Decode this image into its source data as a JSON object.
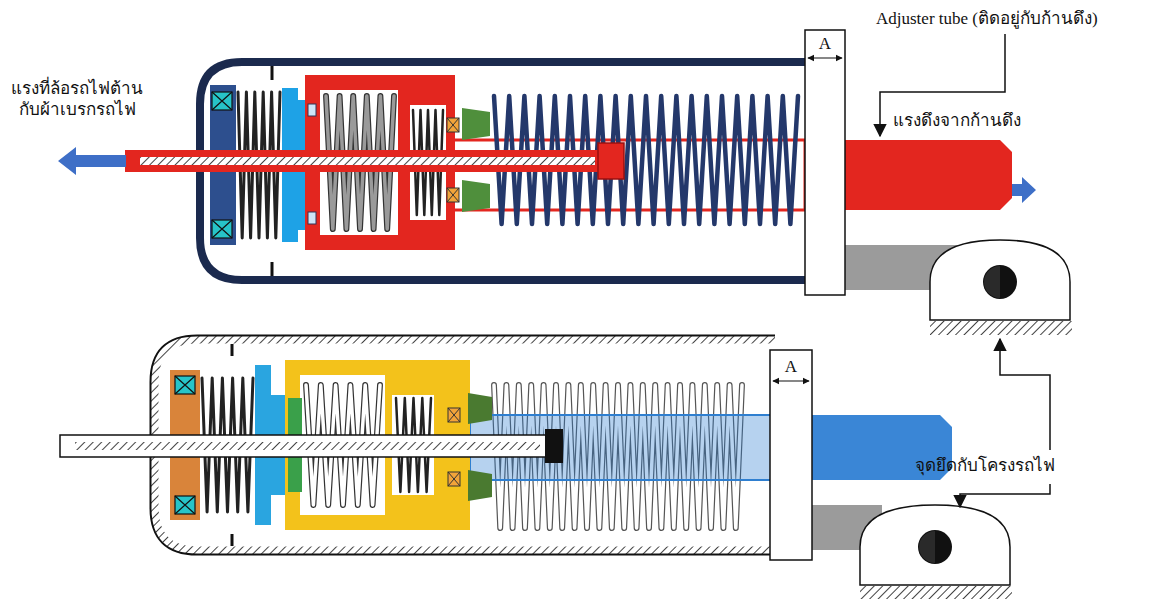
{
  "diagram": {
    "labels": [
      "แรงที่ล้อรถไฟต้าน กับผ้าเบรกรถไฟ",
      "Adjuster tube (ติดอยู่กับก้านดึง)",
      "แรงดึงจากก้านดึง",
      "A",
      "A",
      "จุดยึดกับโครงรถไฟ"
    ]
  }
}
